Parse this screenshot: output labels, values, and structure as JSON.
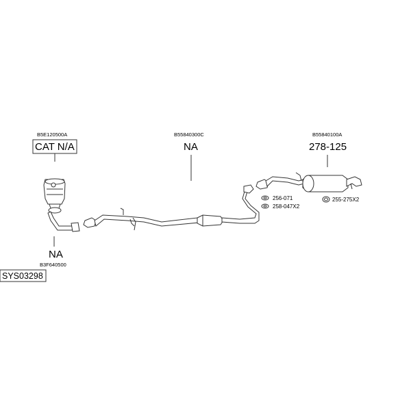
{
  "labels": {
    "cat_code": "B5E120500A",
    "cat_part": "CAT N/A",
    "front_pipe_part": "NA",
    "front_pipe_code": "B3F640500",
    "mid_code": "B55840300C",
    "mid_part": "NA",
    "rear_code": "B55840100A",
    "rear_part": "278-125",
    "gasket_1": "256-071",
    "gasket_2": "258-047X2",
    "hanger": "255-275X2",
    "system_code": "SYS03298"
  },
  "colors": {
    "line": "#333333",
    "background": "#ffffff"
  }
}
